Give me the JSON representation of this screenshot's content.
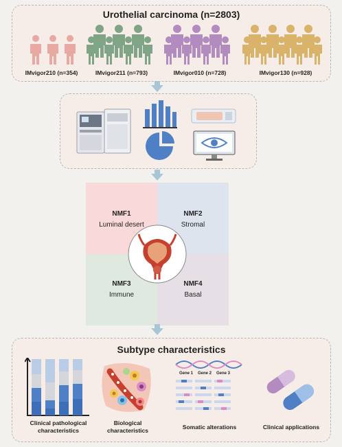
{
  "top": {
    "title": "Urothelial carcinoma (n=2803)",
    "cohorts": [
      {
        "label": "IMvigor210 (n=354)",
        "color": "#e8a9a3"
      },
      {
        "label": "IMvigor211 (n=793)",
        "color": "#7fa586"
      },
      {
        "label": "IMvigor010 (n=728)",
        "color": "#b28bbf"
      },
      {
        "label": "IMvigor130 (n=928)",
        "color": "#d9b36a"
      }
    ]
  },
  "middle": {
    "icons": [
      "sequencer-icon",
      "bar-chart-icon",
      "pie-chart-icon",
      "slide-icon",
      "monitor-eye-icon"
    ]
  },
  "nmf": {
    "quadrants": [
      {
        "title": "NMF1",
        "subtitle": "Luminal desert",
        "color": "#f9d9d9"
      },
      {
        "title": "NMF2",
        "subtitle": "Stromal",
        "color": "#dde4ee"
      },
      {
        "title": "NMF3",
        "subtitle": "Immune",
        "color": "#e0e9e0"
      },
      {
        "title": "NMF4",
        "subtitle": "Basal",
        "color": "#e6e0e6"
      }
    ]
  },
  "bottom": {
    "title": "Subtype characteristics",
    "items": [
      {
        "label": "Clinical pathological characteristics"
      },
      {
        "label": "Biological characteristics"
      },
      {
        "label": "Somatic alterations"
      },
      {
        "label": "Clinical applications"
      }
    ],
    "genes": [
      "Gene 1",
      "Gene 2",
      "Gene 3"
    ]
  },
  "colors": {
    "arrow": "#a9c6d6",
    "panel_border": "#b9b4b0",
    "blue": "#4f7fc4"
  }
}
